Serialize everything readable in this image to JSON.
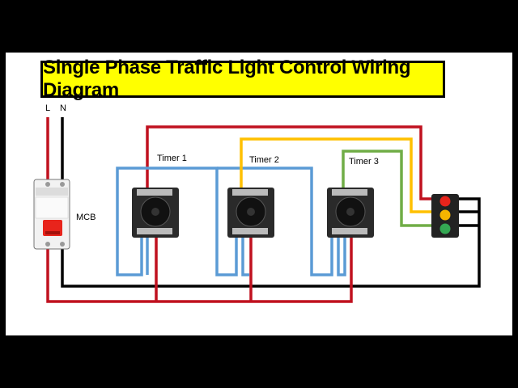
{
  "title": "Single Phase Traffic Light Control Wiring Diagram",
  "labels": {
    "live": "L",
    "neutral": "N",
    "mcb": "MCB",
    "timer1": "Timer 1",
    "timer2": "Timer 2",
    "timer3": "Timer 3"
  },
  "colors": {
    "live_wire": "#c0111f",
    "neutral_wire": "#000000",
    "relay_wire": "#5b9bd5",
    "yellow_wire": "#ffc000",
    "green_wire": "#70ad47",
    "title_bg": "#ffff00"
  },
  "components": [
    "mcb",
    "timer-1",
    "timer-2",
    "timer-3",
    "traffic-light"
  ],
  "traffic_light": [
    "red",
    "yellow",
    "green"
  ]
}
